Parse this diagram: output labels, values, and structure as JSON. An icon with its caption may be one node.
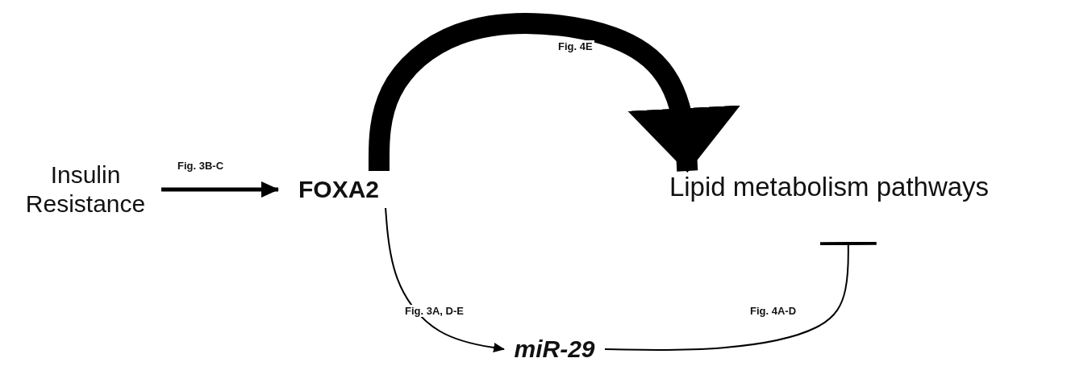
{
  "diagram": {
    "nodes": [
      {
        "text": [
          "Insulin Resistance"
        ]
      },
      {
        "text": [
          "FOXA2"
        ]
      },
      {
        "text": [
          "Lipid metabolism pathways"
        ]
      },
      {
        "text": [
          "miR-29"
        ]
      }
    ],
    "edges": [
      {
        "from": 0,
        "to": 1,
        "arrow": "to",
        "label": "Fig. 3B-C",
        "style": "thick"
      },
      {
        "from": 1,
        "to": 2,
        "arrow": "to",
        "label": "Fig. 4E",
        "style": "thick"
      },
      {
        "from": 1,
        "to": 3,
        "arrow": "to",
        "label": "Fig. 3A, D-E"
      },
      {
        "from": 3,
        "to": 2,
        "arrow": "other",
        "label": "Fig. 4A-D"
      }
    ]
  }
}
